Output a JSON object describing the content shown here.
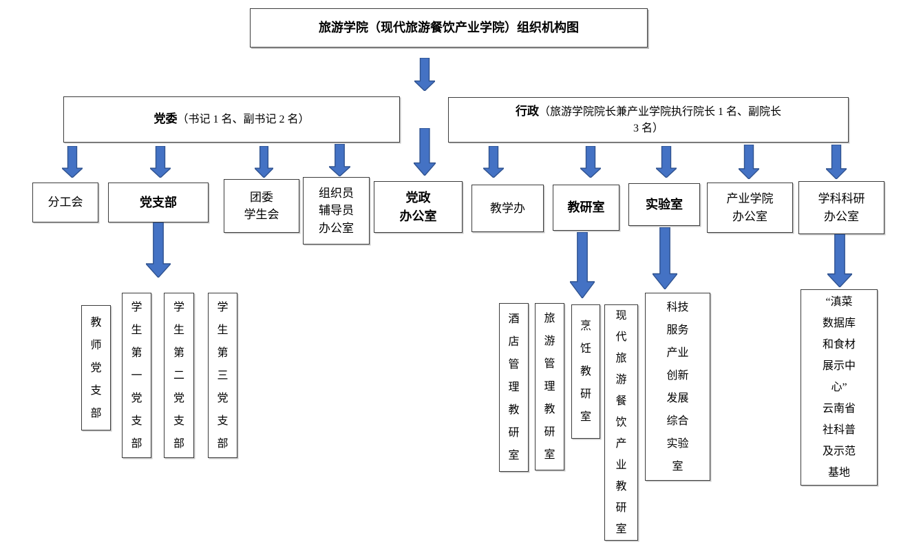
{
  "colors": {
    "arrow_fill": "#4472C4",
    "arrow_stroke": "#2F528F",
    "box_border": "#3A3A3A",
    "bg": "#FFFFFF",
    "ink": "#000000"
  },
  "nodes": {
    "title": {
      "label": "旅游学院（现代旅游餐饮产业学院）组织机构图"
    },
    "dangwei": {
      "bold": "党委",
      "rest": "（书记 1 名、副书记 2 名）"
    },
    "xingzheng": {
      "bold": "行政",
      "rest1": "（旅游学院院长兼产业学院执行院长 1 名、副院长",
      "rest2": "3 名）"
    },
    "fengonghui": {
      "label": "分工会"
    },
    "dangzhibu": {
      "label": "党支部"
    },
    "tuanwei": {
      "lines": [
        "团委",
        "学生会"
      ]
    },
    "zuzhiyuan": {
      "lines": [
        "组织员",
        "辅导员",
        "办公室"
      ]
    },
    "dangzheng": {
      "lines": [
        "党政",
        "办公室"
      ]
    },
    "jiaoxueban": {
      "label": "教学办"
    },
    "jiaoyanshi": {
      "label": "教研室"
    },
    "shiyanshi": {
      "label": "实验室"
    },
    "chanyexueyuan": {
      "lines": [
        "产业学院",
        "办公室"
      ]
    },
    "xuekekeyan": {
      "lines": [
        "学科科研",
        "办公室"
      ]
    },
    "jiaoshi_dzb": {
      "lines": [
        "教",
        "师",
        "党",
        "支",
        "部"
      ]
    },
    "xuesheng1_dzb": {
      "lines": [
        "学",
        "生",
        "第",
        "一",
        "党",
        "支",
        "部"
      ]
    },
    "xuesheng2_dzb": {
      "lines": [
        "学",
        "生",
        "第",
        "二",
        "党",
        "支",
        "部"
      ]
    },
    "xuesheng3_dzb": {
      "lines": [
        "学",
        "生",
        "第",
        "三",
        "党",
        "支",
        "部"
      ]
    },
    "jiudian_jys": {
      "lines": [
        "酒",
        "店",
        "管",
        "理",
        "教",
        "研",
        "室"
      ]
    },
    "lvyou_jys": {
      "lines": [
        "旅",
        "游",
        "管",
        "理",
        "教",
        "研",
        "室"
      ]
    },
    "pengren_jys": {
      "lines": [
        "烹",
        "饪",
        "教",
        "研",
        "室"
      ]
    },
    "xiandai_jys": {
      "lines": [
        "现",
        "代",
        "旅",
        "游",
        "餐",
        "饮",
        "产",
        "业",
        "教",
        "研",
        "室"
      ]
    },
    "keji_lab": {
      "lines": [
        "科技",
        "服务",
        "产业",
        "创新",
        "发展",
        "综合",
        "实验",
        "室"
      ]
    },
    "diancai_base": {
      "lines": [
        "“滇菜",
        "数据库",
        "和食材",
        "展示中",
        "心”",
        "云南省",
        "社科普",
        "及示范",
        "基地"
      ]
    }
  }
}
